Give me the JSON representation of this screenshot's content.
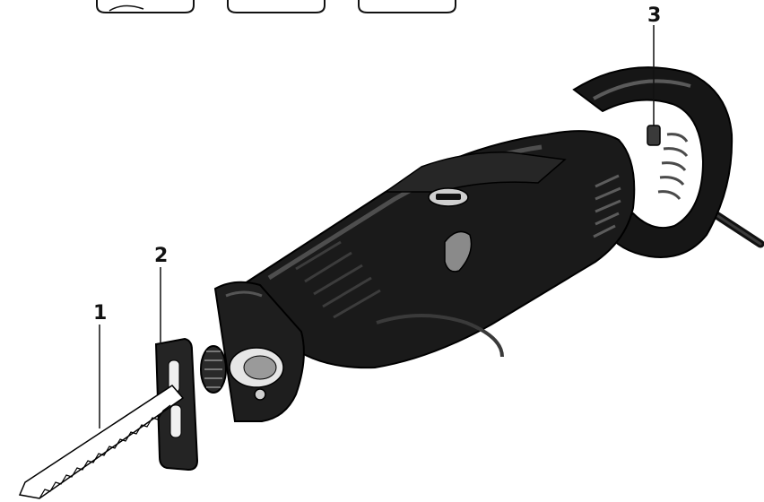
{
  "callouts": [
    {
      "id": "1",
      "label": "1"
    },
    {
      "id": "2",
      "label": "2"
    },
    {
      "id": "3",
      "label": "3"
    }
  ],
  "colors": {
    "body": "#161616",
    "body_light": "#2e2e2e",
    "body_highlight": "#5a5a5a",
    "outline": "#000000",
    "plate": "#242424",
    "metal": "#bdbdbd",
    "blade": "#ffffff",
    "grey_accent": "#8a8a8a"
  },
  "icons": [
    "reciprocating-saw-illustration",
    "saw-blade",
    "shoe-plate",
    "on-off-switch"
  ]
}
